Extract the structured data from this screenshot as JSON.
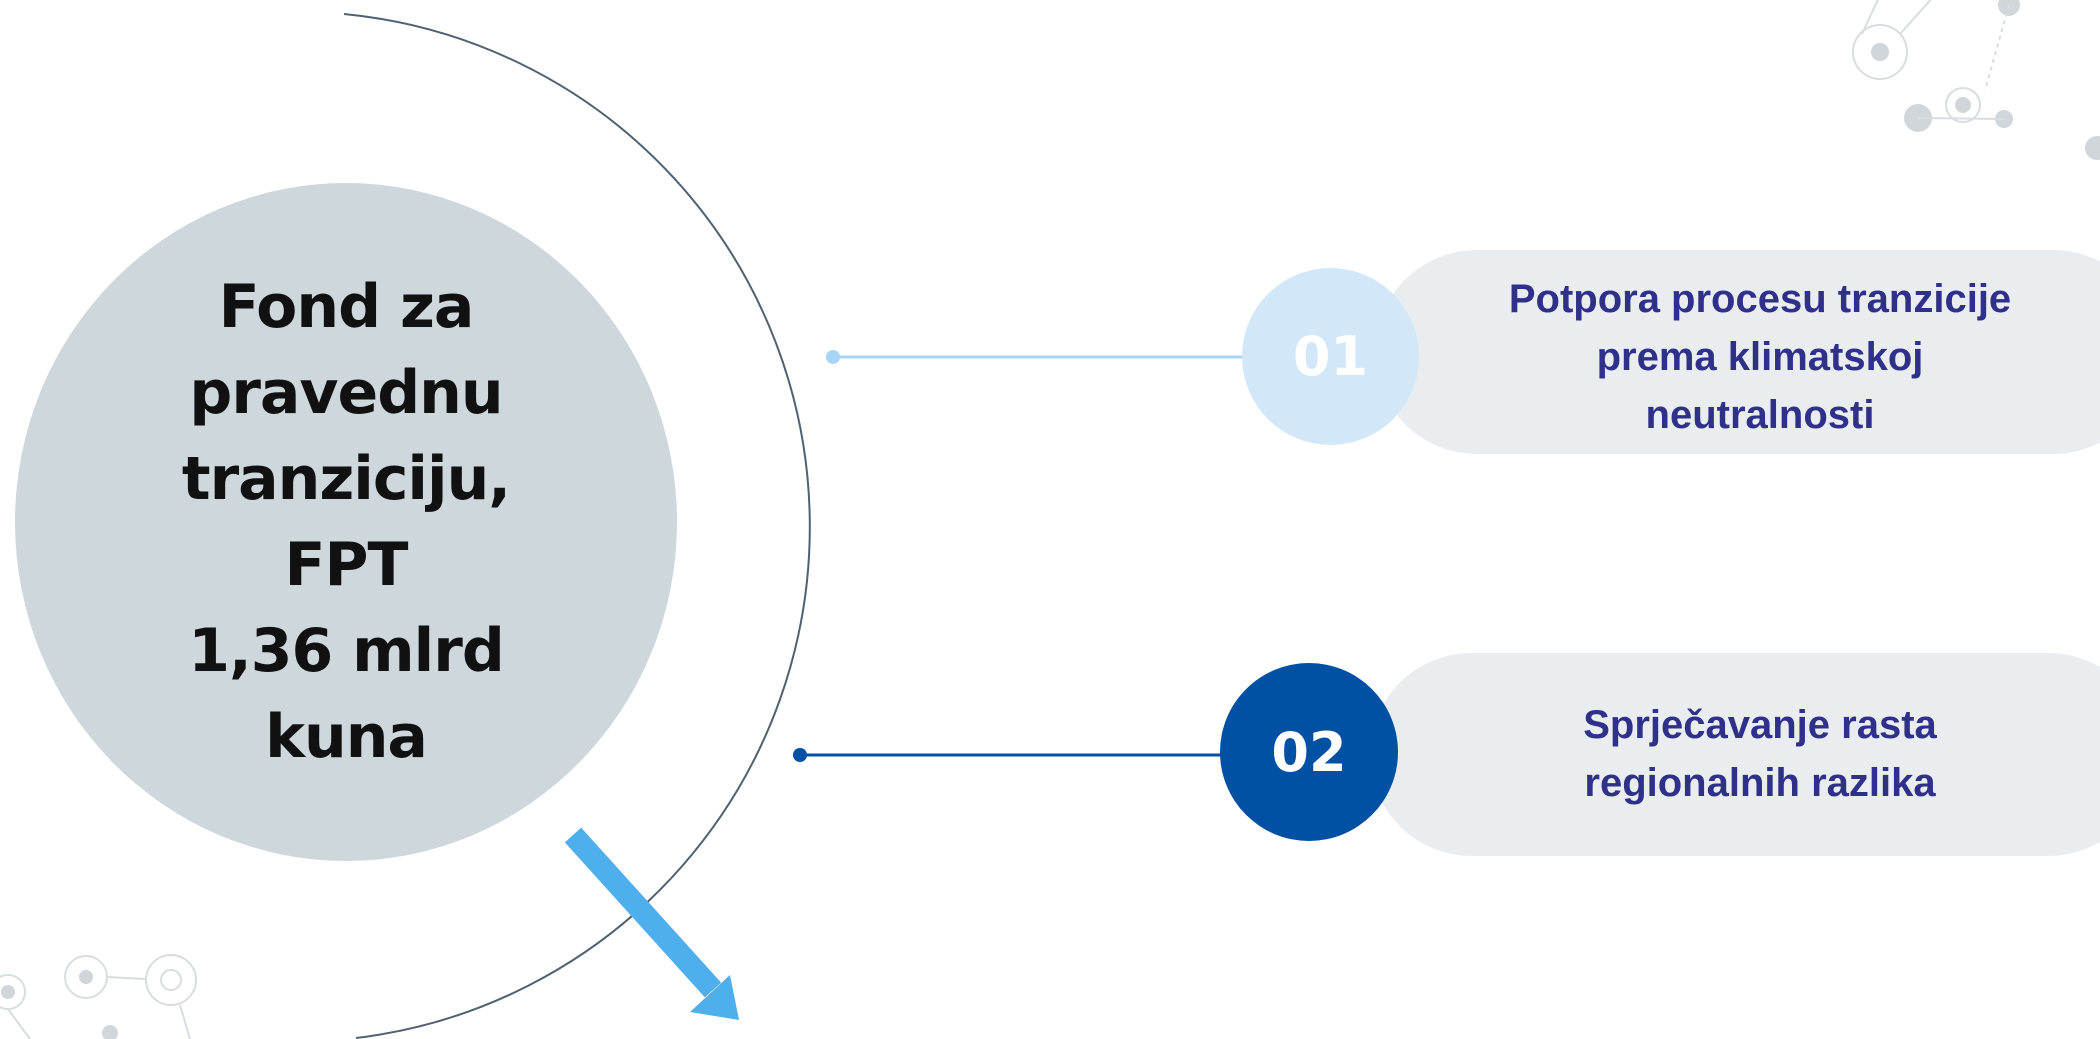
{
  "main": {
    "title_lines": [
      "Fond za",
      "pravednu",
      "tranziciju,",
      "FPT",
      "1,36 mlrd",
      "kuna"
    ]
  },
  "items": [
    {
      "number": "01",
      "text": "Potpora procesu tranzicije\nprema klimatskoj\nneutralnosti"
    },
    {
      "number": "02",
      "text": "Sprječavanje rasta\nregionalnih razlika"
    }
  ],
  "colors": {
    "main_circle": "#ced7dc",
    "pill_background": "#e9edf0",
    "item_text": "#2e3089",
    "badge_1": "#d2e8f9",
    "badge_2": "#0050a4",
    "arrow": "#4faeec",
    "arc": "#4f6272"
  }
}
